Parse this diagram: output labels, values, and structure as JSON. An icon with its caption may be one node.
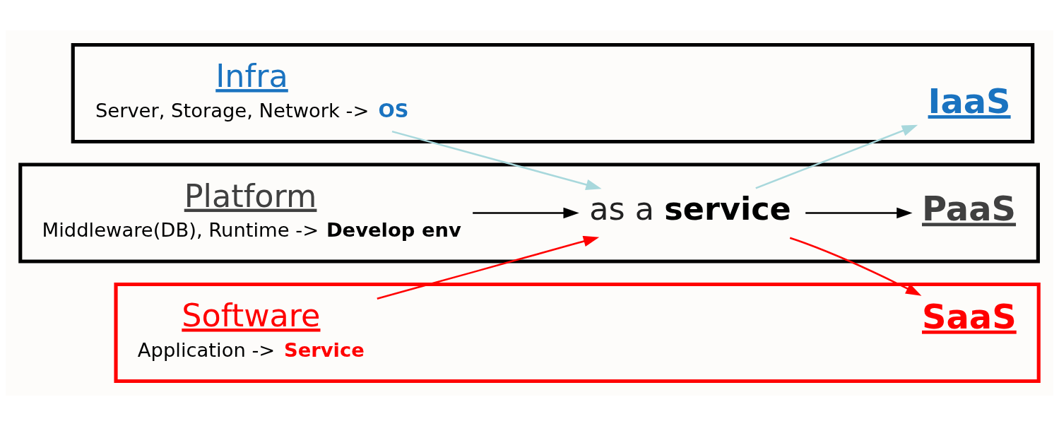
{
  "diagram": {
    "nodes": [
      {
        "text": [],
        "shape": "box"
      },
      {
        "text": [
          "Infra",
          "Server, Storage, Network -> **OS**"
        ],
        "in": 0
      },
      {
        "text": [
          "IaaS"
        ],
        "in": 0
      },
      {
        "text": [],
        "shape": "box"
      },
      {
        "text": [
          "Platform",
          "Middleware(DB), Runtime -> **Develop env**"
        ],
        "in": 3
      },
      {
        "text": [
          "as a **service**"
        ],
        "in": 3
      },
      {
        "text": [
          "PaaS"
        ],
        "in": 3
      },
      {
        "text": [],
        "shape": "box"
      },
      {
        "text": [
          "Software",
          "Application -> **Service**"
        ],
        "in": 7
      },
      {
        "text": [
          "SaaS"
        ],
        "in": 7
      }
    ],
    "edges": [
      {
        "from": 1,
        "to": 5,
        "arrow": "to",
        "color": "#a8d8dc"
      },
      {
        "from": 5,
        "to": 2,
        "arrow": "to",
        "color": "#a8d8dc"
      },
      {
        "from": 4,
        "to": 5,
        "arrow": "to",
        "color": "#000000"
      },
      {
        "from": 5,
        "to": 6,
        "arrow": "to",
        "color": "#000000"
      },
      {
        "from": 8,
        "to": 5,
        "arrow": "to",
        "color": "#ff0000"
      },
      {
        "from": 5,
        "to": 9,
        "arrow": "to",
        "color": "#ff0000"
      }
    ]
  }
}
